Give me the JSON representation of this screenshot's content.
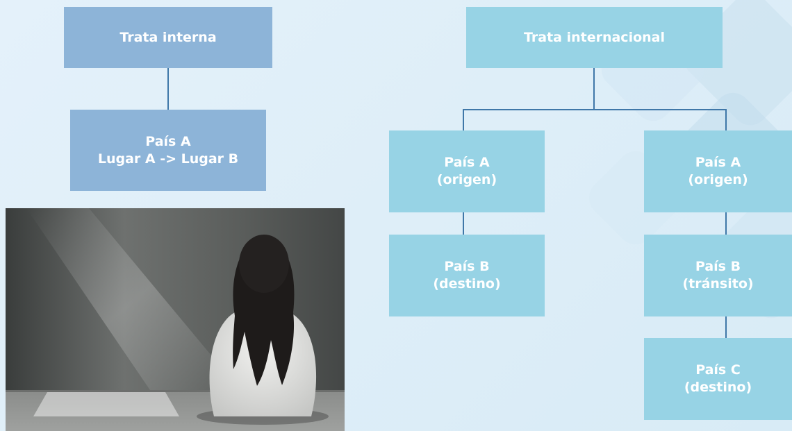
{
  "diagram": {
    "left": {
      "title": "Trata interna",
      "child": "País A\nLugar A -> Lugar B"
    },
    "right": {
      "title": "Trata internacional",
      "branch1": {
        "origin": "País A\n(origen)",
        "destination": "País B\n(destino)"
      },
      "branch2": {
        "origin": "País A\n(origen)",
        "transit": "País B\n(tránsito)",
        "destination": "País C\n(destino)"
      }
    }
  },
  "photo": {
    "subject": "child sitting facing a grey wall"
  },
  "colors": {
    "box_dark": "#8db4d8",
    "box_light": "#97d3e5",
    "connector": "#3f77a8",
    "background": "#e1eff8"
  }
}
